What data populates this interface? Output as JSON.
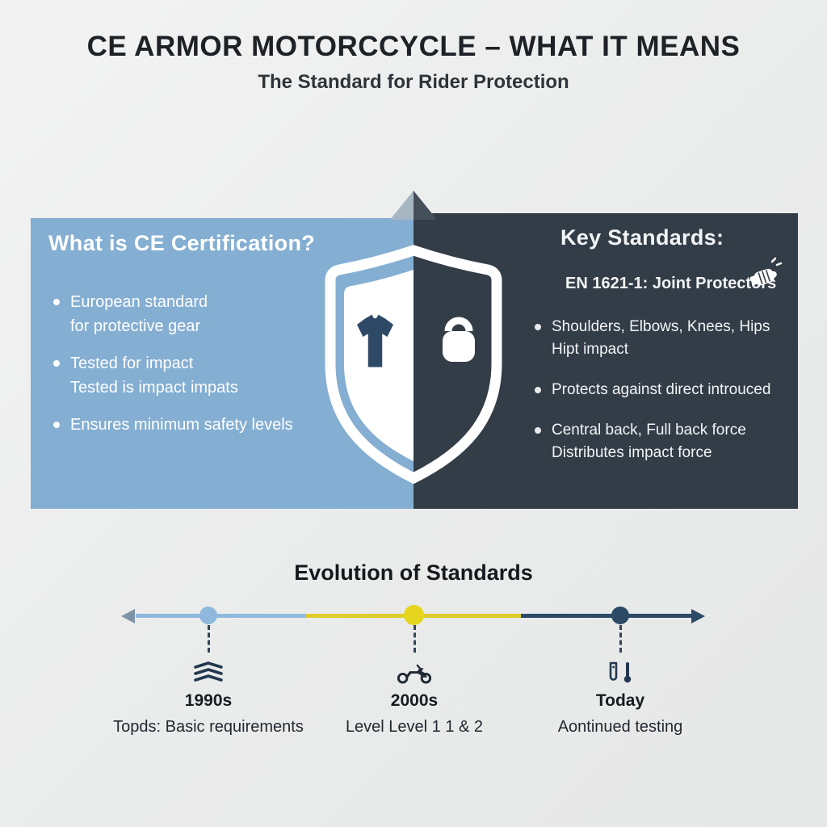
{
  "header": {
    "title": "CE ARMOR MOTORCCYCLE – WHAT IT MEANS",
    "subtitle": "The Standard for Rider Protection"
  },
  "cert_panel": {
    "title": "What is CE Certification?",
    "bullets": [
      {
        "line1": "European standard",
        "line2": "for protective gear"
      },
      {
        "line1": "Tested for impact",
        "line2": "Tested is impact impats"
      },
      {
        "line1": "Ensures minimum safety levels"
      }
    ]
  },
  "standards_panel": {
    "title": "Key Standards:",
    "standard_heading": "EN 1621-1: Joint Protectors",
    "bullets": [
      {
        "line1": "Shoulders, Elbows, Knees, Hips",
        "line2": "Hipt impact"
      },
      {
        "line1": "Protects against direct introuced"
      },
      {
        "line1": "Central back, Full back force",
        "line2": "Distributes impact force"
      }
    ]
  },
  "timeline": {
    "title": "Evolution of Standards",
    "items": [
      {
        "era": "1990s",
        "caption": "Topds: Basic requirements",
        "icon": "layers-icon",
        "color": "#8fb9dc"
      },
      {
        "era": "2000s",
        "caption": "Level Level 1 1 & 2",
        "icon": "motorcycle-icon",
        "color": "#e6d51f"
      },
      {
        "era": "Today",
        "caption": "Aontinued testing",
        "icon": "lab-testing-icon",
        "color": "#2c4a66"
      }
    ]
  },
  "icons": {
    "shield_left": "armor-vest-icon",
    "shield_right": "kettlebell-weight-icon",
    "standards_badge": "impact-fist-icon",
    "timeline_left_end": "arrow-left-icon",
    "timeline_right_end": "arrow-right-icon"
  },
  "colors": {
    "background": "#ebecec",
    "panel_blue": "#84aed2",
    "panel_dark": "#333d47",
    "accent_blue": "#8fb9dc",
    "accent_yellow": "#e6d51f",
    "accent_navy": "#2c4a66",
    "text_dark": "#1e2226"
  }
}
